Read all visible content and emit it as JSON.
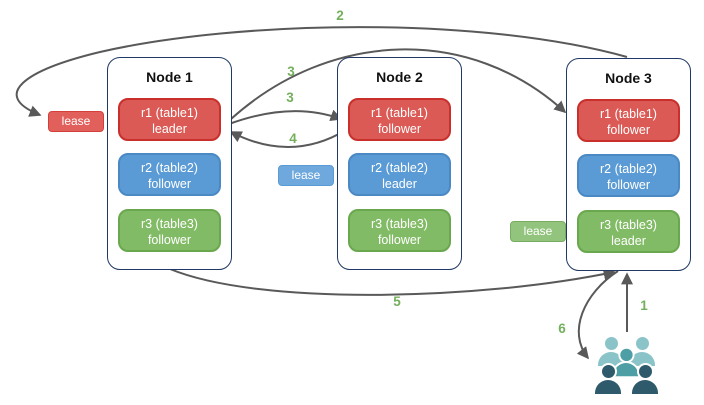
{
  "nodes": [
    {
      "title": "Node 1",
      "replicas": [
        {
          "label": "r1 (table1)",
          "role": "leader",
          "color": "#DB5A55"
        },
        {
          "label": "r2 (table2)",
          "role": "follower",
          "color": "#5B9BD5"
        },
        {
          "label": "r3 (table3)",
          "role": "follower",
          "color": "#82BB66"
        }
      ]
    },
    {
      "title": "Node 2",
      "replicas": [
        {
          "label": "r1 (table1)",
          "role": "follower",
          "color": "#DB5A55"
        },
        {
          "label": "r2 (table2)",
          "role": "leader",
          "color": "#5B9BD5"
        },
        {
          "label": "r3 (table3)",
          "role": "follower",
          "color": "#82BB66"
        }
      ]
    },
    {
      "title": "Node 3",
      "replicas": [
        {
          "label": "r1 (table1)",
          "role": "follower",
          "color": "#DB5A55"
        },
        {
          "label": "r2 (table2)",
          "role": "follower",
          "color": "#5B9BD5"
        },
        {
          "label": "r3 (table3)",
          "role": "leader",
          "color": "#82BB66"
        }
      ]
    }
  ],
  "leases": {
    "red": {
      "label": "lease",
      "color": "#E2605C"
    },
    "blue": {
      "label": "lease",
      "color": "#6FA8DC"
    },
    "green": {
      "label": "lease",
      "color": "#93C47D"
    }
  },
  "steps": {
    "s1": "1",
    "s2": "2",
    "s3a": "3",
    "s3b": "3",
    "s4": "4",
    "s5": "5",
    "s6": "6"
  },
  "colors": {
    "step_label": "#74AF5C",
    "arrow": "#595959",
    "node_border": "#1F3864",
    "users_back": "#8AC4C9",
    "users_middle": "#4E9EA6",
    "users_front": "#2E5A6B"
  }
}
